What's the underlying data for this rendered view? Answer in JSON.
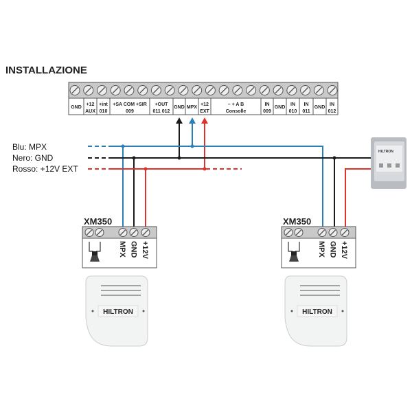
{
  "title": "INSTALLAZIONE",
  "legend": [
    {
      "label": "Blu: MPX",
      "color": "#2a7fb8"
    },
    {
      "label": "Nero: GND",
      "color": "#1a1a1a"
    },
    {
      "label": "Rosso: +12V EXT",
      "color": "#e0322a"
    }
  ],
  "terminal_block": {
    "cells": [
      {
        "l1": "GND",
        "l2": ""
      },
      {
        "l1": "+12",
        "l2": "AUX"
      },
      {
        "l1": "+int",
        "l2": "010"
      },
      {
        "l1": "+SA   COM  +SIR",
        "l2": "009"
      },
      {
        "l1": "+OUT",
        "l2": "011    012"
      },
      {
        "l1": "GND",
        "l2": ""
      },
      {
        "l1": "MPX",
        "l2": ""
      },
      {
        "l1": "+12",
        "l2": "EXT"
      },
      {
        "l1": "–      +      A      B",
        "l2": "Consolle"
      },
      {
        "l1": "IN",
        "l2": "009"
      },
      {
        "l1": "GND",
        "l2": ""
      },
      {
        "l1": "IN",
        "l2": "010"
      },
      {
        "l1": "IN",
        "l2": "011"
      },
      {
        "l1": "GND",
        "l2": ""
      },
      {
        "l1": "IN",
        "l2": "012"
      }
    ]
  },
  "modules": [
    {
      "name": "XM350",
      "terminals": [
        "MPX",
        "GND",
        "+12V"
      ]
    },
    {
      "name": "XM350",
      "terminals": [
        "MPX",
        "GND",
        "+12V"
      ]
    }
  ],
  "siren_brand": "HILTRON",
  "din_brand": "HILTRON",
  "colors": {
    "blue": "#2a7fb8",
    "black": "#1a1a1a",
    "red": "#e0322a",
    "panel": "#c9c9c9"
  }
}
